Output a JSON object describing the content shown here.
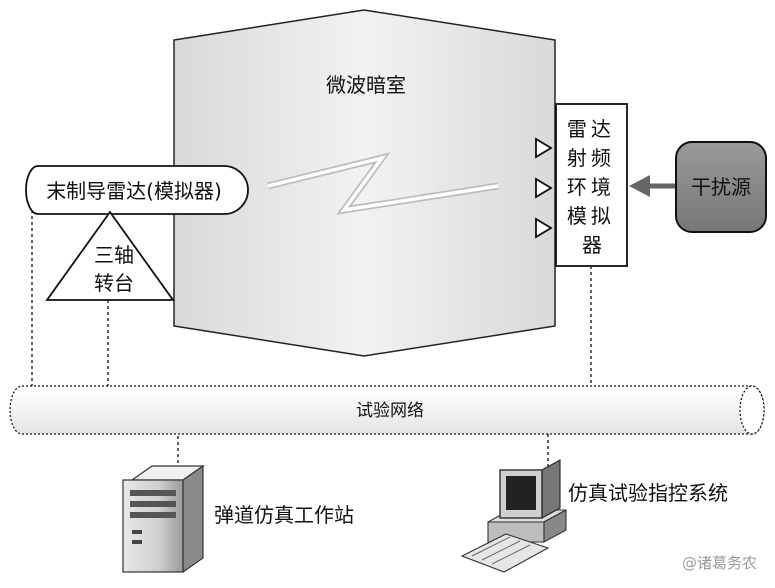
{
  "chamber": {
    "title": "微波暗室"
  },
  "seeker": {
    "label": "末制导雷达(模拟器)"
  },
  "turntable": {
    "line1": "三轴",
    "line2": "转台"
  },
  "rf_simulator": {
    "chars": [
      "雷",
      "达",
      "射",
      "频",
      "环",
      "境",
      "模",
      "拟",
      "器"
    ]
  },
  "jammer": {
    "label": "干扰源"
  },
  "network": {
    "label": "试验网络"
  },
  "workstation": {
    "label": "弹道仿真工作站"
  },
  "control_system": {
    "label": "仿真试验指控系统"
  },
  "watermark": {
    "text": "@诸葛务农"
  }
}
